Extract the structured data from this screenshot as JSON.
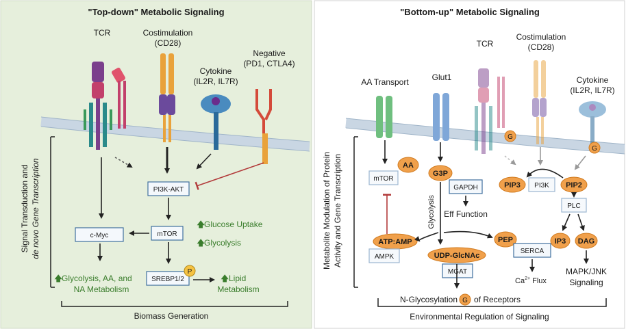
{
  "left_panel": {
    "title": "\"Top-down\" Metabolic Signaling",
    "receptors": {
      "tcr": "TCR",
      "costim_line1": "Costimulation",
      "costim_line2": "(CD28)",
      "cytokine_line1": "Cytokine",
      "cytokine_line2": "(IL2R, IL7R)",
      "negative_line1": "Negative",
      "negative_line2": "(PD1, CTLA4)"
    },
    "side_label_line1": "Signal Transduction and",
    "side_label_line2": "de novo Gene Transcription",
    "nodes": {
      "pi3k_akt": "PI3K-AKT",
      "mtor": "mTOR",
      "cmyc": "c-Myc",
      "srebp": "SREBP1/2",
      "p": "P"
    },
    "outputs": {
      "glucose_uptake": "Glucose Uptake",
      "glycolysis": "Glycolysis",
      "gly_aa_line1": "Glycolysis, AA, and",
      "gly_aa_line2": "NA Metabolism",
      "lipid_line1": "Lipid",
      "lipid_line2": "Metabolism"
    },
    "bottom_label": "Biomass Generation"
  },
  "right_panel": {
    "title": "\"Bottom-up\" Metabolic Signaling",
    "receptors": {
      "aa_transport": "AA Transport",
      "glut1": "Glut1",
      "tcr": "TCR",
      "costim_line1": "Costimulation",
      "costim_line2": "(CD28)",
      "cytokine_line1": "Cytokine",
      "cytokine_line2": "(IL2R, IL7R)"
    },
    "side_label_line1": "Metabolite Modulation of Protein",
    "side_label_line2": "Activity and Gene Transcription",
    "metabolites": {
      "aa": "AA",
      "g3p": "G3P",
      "pip3": "PIP3",
      "pip2": "PIP2",
      "atp_amp": "ATP:AMP",
      "pep": "PEP",
      "ip3": "IP3",
      "dag": "DAG",
      "udp": "UDP-GlcNAc",
      "g": "G"
    },
    "nodes": {
      "mtor": "mTOR",
      "gapdh": "GAPDH",
      "pi3k": "PI3K",
      "plc": "PLC",
      "ampk": "AMPK",
      "serca": "SERCA",
      "mgat": "MGAT"
    },
    "texts": {
      "eff_function": "Eff Function",
      "glycolysis": "Glycolysis",
      "ca_flux_base": "Ca",
      "ca_flux_sup": "2+",
      "ca_flux_tail": " Flux",
      "mapk_line1": "MAPK/JNK",
      "mapk_line2": "Signaling",
      "nglyc_pre": "N-Glycosylation",
      "nglyc_post": "of Receptors"
    },
    "bottom_label": "Environmental Regulation of Signaling"
  },
  "colors": {
    "left_bg": "#e6efdc",
    "right_bg": "#ffffff",
    "membrane": "#c9d6e3",
    "metabolite": "#f0a04b",
    "green_text": "#3a7d2c",
    "inhibit": "#b23a3a",
    "box_stroke": "#3f6f9e"
  }
}
